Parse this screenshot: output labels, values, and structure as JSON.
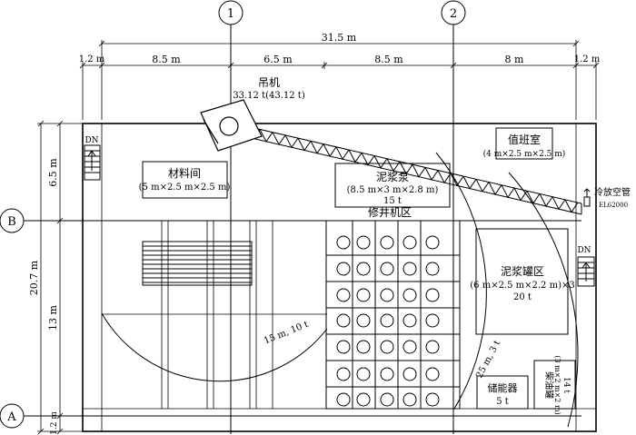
{
  "axes": {
    "col_1": "1",
    "col_2": "2",
    "row_b": "B",
    "row_a": "A"
  },
  "dimensions": {
    "top_total": "31.5 m",
    "top_segments": [
      "1.2 m",
      "8.5 m",
      "6.5 m",
      "8.5 m",
      "8 m",
      "1.2 m"
    ],
    "left_total": "20.7 m",
    "left_segments": [
      "6.5 m",
      "13 m",
      "1.2 m"
    ]
  },
  "crane": {
    "name": "吊机",
    "capacity": "33.12 t(43.12 t)",
    "radius_inner": "15 m, 10 t",
    "radius_outer": "25 m, 3 t"
  },
  "rooms": {
    "material": {
      "name": "材料间",
      "size": "(5 m×2.5 m×2.5 m)"
    },
    "duty": {
      "name": "值班室",
      "size": "(4 m×2.5 m×2.5 m)"
    },
    "pump": {
      "name": "泥浆泵",
      "size": "(8.5 m×3 m×2.8 m)",
      "weight": "15 t"
    },
    "workover": {
      "name": "修井机区"
    },
    "mud_tank": {
      "name": "泥浆罐区",
      "size": "(6 m×2.5 m×2.2 m)×3",
      "weight": "20 t"
    },
    "accumulator": {
      "name": "储能器",
      "weight": "5 t"
    },
    "diesel": {
      "name": "柴油罐",
      "size": "(3 m×2 m×2 m)",
      "weight": "14 t"
    }
  },
  "vent": {
    "label": "冷放空管",
    "elevation": "EL62000"
  },
  "stairs": {
    "label": "DN"
  }
}
